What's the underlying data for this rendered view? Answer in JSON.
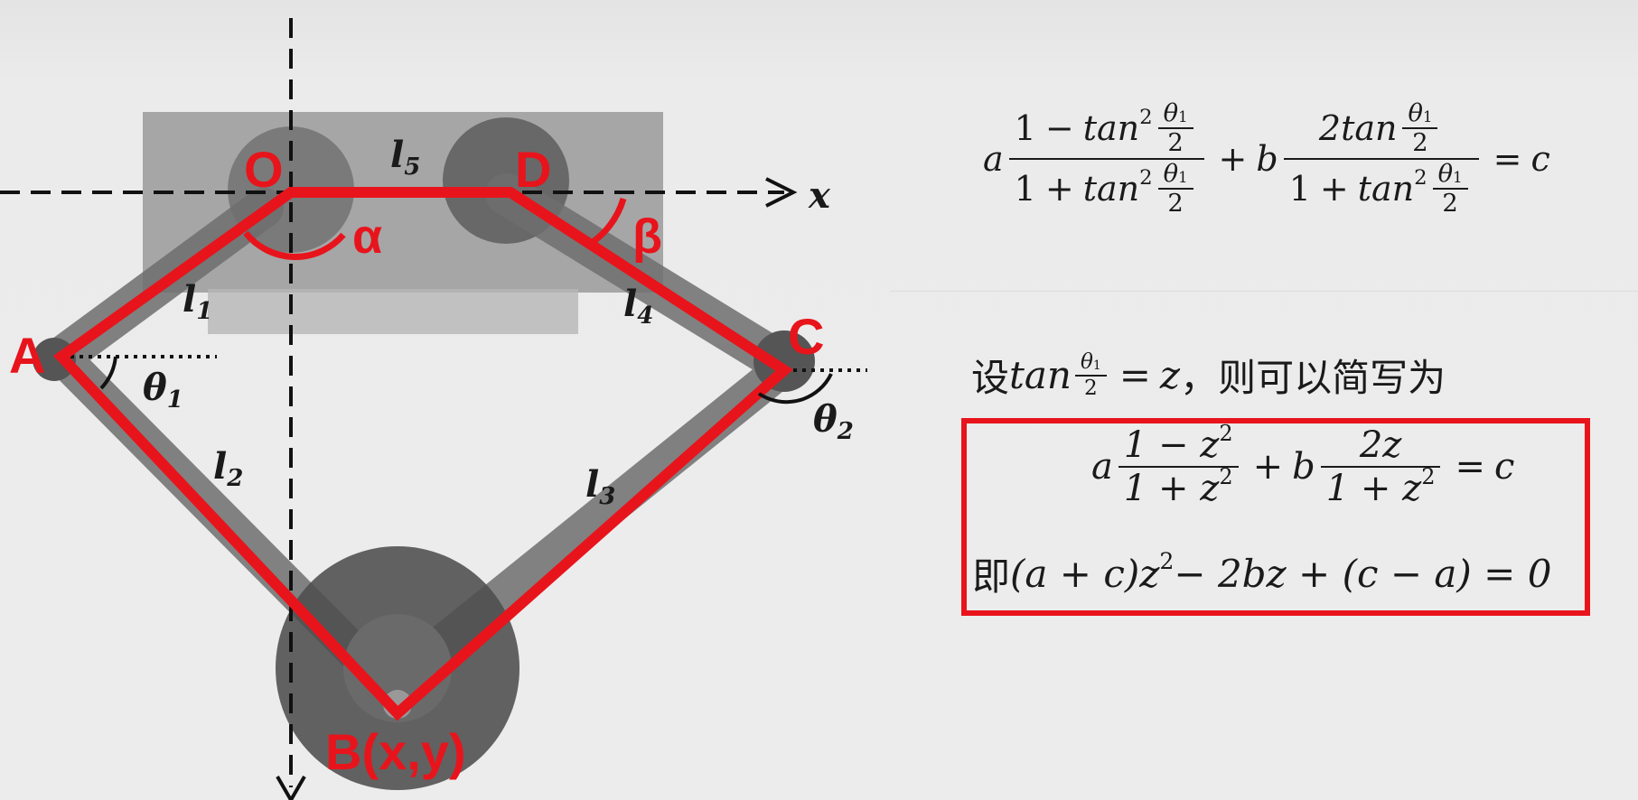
{
  "diagram": {
    "points": {
      "O": "O",
      "D": "D",
      "A": "A",
      "C": "C",
      "B": "B(x,y)"
    },
    "angles": {
      "alpha": "α",
      "beta": "β",
      "theta1": "θ",
      "theta1_sub": "1",
      "theta2": "θ",
      "theta2_sub": "2"
    },
    "links": {
      "l1": "l",
      "l1_sub": "1",
      "l2": "l",
      "l2_sub": "2",
      "l3": "l",
      "l3_sub": "3",
      "l4": "l",
      "l4_sub": "4",
      "l5": "l",
      "l5_sub": "5"
    },
    "axis_x": "x",
    "colors": {
      "highlight": "#e8141c",
      "frame": "#7a7a7a",
      "plate": "#9a9a9a"
    }
  },
  "formulas": {
    "f1": {
      "a": "a",
      "one": "1",
      "minus": "−",
      "plus": "+",
      "tan": "tan",
      "sq": "2",
      "theta": "θ",
      "sub1": "1",
      "two": "2",
      "b": "b",
      "twotan": "2tan",
      "eq": "=",
      "c": "c"
    },
    "sub_prefix": "设",
    "sub_tan": "tan",
    "sub_theta": "θ",
    "sub_theta_sub": "1",
    "sub_two": "2",
    "sub_eq": "=",
    "sub_z": "z",
    "sub_suffix": "，则可以简写为",
    "f2": {
      "a": "a",
      "num1": "1 − z",
      "sq": "2",
      "den": "1 + z",
      "plus": "+",
      "b": "b",
      "num2": "2z",
      "eq": "=",
      "c": "c"
    },
    "f3": {
      "prefix": "即",
      "body": "(a + c)z",
      "sq": "2",
      "rest": " − 2bz + (c − a) = 0"
    }
  }
}
